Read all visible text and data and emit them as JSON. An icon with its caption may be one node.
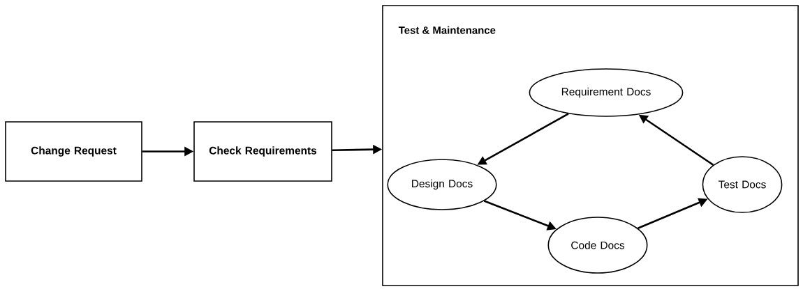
{
  "diagram": {
    "nodes": [
      {
        "text": [
          "Change Request"
        ]
      },
      {
        "text": [
          "Check Requirements"
        ]
      },
      {
        "text": [
          "Test & Maintenance"
        ]
      },
      {
        "text": [
          "Requirement Docs"
        ],
        "in": 2
      },
      {
        "text": [
          "Design Docs"
        ],
        "in": 2
      },
      {
        "text": [
          "Code Docs"
        ],
        "in": 2
      },
      {
        "text": [
          "Test Docs"
        ],
        "in": 2
      }
    ],
    "edges": [
      {
        "from": 0,
        "to": 1,
        "arrow": "to"
      },
      {
        "from": 1,
        "to": 2,
        "arrow": "to"
      },
      {
        "from": 3,
        "to": 4,
        "arrow": "to"
      },
      {
        "from": 4,
        "to": 5,
        "arrow": "to"
      },
      {
        "from": 5,
        "to": 6,
        "arrow": "to"
      },
      {
        "from": 6,
        "to": 3,
        "arrow": "to"
      }
    ]
  }
}
